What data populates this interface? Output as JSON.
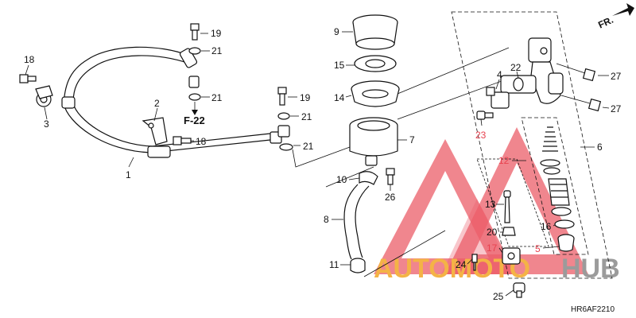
{
  "diagram_code": "HR6AF2210",
  "direction_label": "FR.",
  "reference_label": "F-22",
  "watermark": {
    "text_left": "AUTOMOTO",
    "text_right": "HUB",
    "color_left": "#f3a626",
    "color_right": "#8a8a8a",
    "triangle_color": "#e8424f"
  },
  "parts": {
    "p1": "1",
    "p2": "2",
    "p3": "3",
    "p4": "4",
    "p5": "5",
    "p6": "6",
    "p7": "7",
    "p8": "8",
    "p9": "9",
    "p10": "10",
    "p11": "11",
    "p12": "12",
    "p13": "13",
    "p14": "14",
    "p15": "15",
    "p16": "16",
    "p17": "17",
    "p18a": "18",
    "p18b": "18",
    "p19a": "19",
    "p19b": "19",
    "p20": "20",
    "p21a": "21",
    "p21b": "21",
    "p21c": "21",
    "p21d": "21",
    "p22": "22",
    "p23": "23",
    "p24": "24",
    "p25": "25",
    "p26": "26",
    "p27a": "27",
    "p27b": "27"
  }
}
